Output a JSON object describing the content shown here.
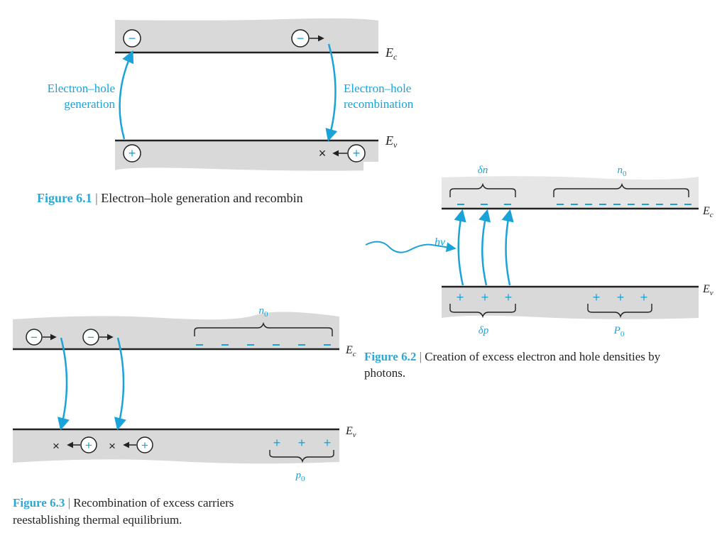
{
  "colors": {
    "accent": "#1aa3d9",
    "band": "#d9d9d9",
    "line": "#222222",
    "text": "#222222"
  },
  "fig1": {
    "ec": "E",
    "ec_sub": "c",
    "ev": "E",
    "ev_sub": "v",
    "gen_line1": "Electron–hole",
    "gen_line2": "generation",
    "rec_line1": "Electron–hole",
    "rec_line2": "recombination",
    "minus": "−",
    "plus": "+",
    "cross": "×",
    "caption_num": "Figure 6.1",
    "caption_sep": " | ",
    "caption_text": "Electron–hole generation and recombin"
  },
  "fig2": {
    "delta_n": "δn",
    "n0": "n",
    "n0_sub": "0",
    "hv": "hν",
    "ec": "E",
    "ec_sub": "c",
    "ev": "E",
    "ev_sub": "v",
    "delta_p": "δp",
    "p0": "P",
    "p0_sub": "0",
    "caption_num": "Figure 6.2",
    "caption_sep": " | ",
    "caption_text1": "Creation of excess electron and hole densities by",
    "caption_text2": "photons."
  },
  "fig3": {
    "n0": "n",
    "n0_sub": "0",
    "ec": "E",
    "ec_sub": "c",
    "ev": "E",
    "ev_sub": "v",
    "p0": "p",
    "p0_sub": "0",
    "caption_num": "Figure 6.3",
    "caption_sep": " | ",
    "caption_text1": "Recombination of excess carriers",
    "caption_text2": "reestablishing thermal equilibrium."
  }
}
